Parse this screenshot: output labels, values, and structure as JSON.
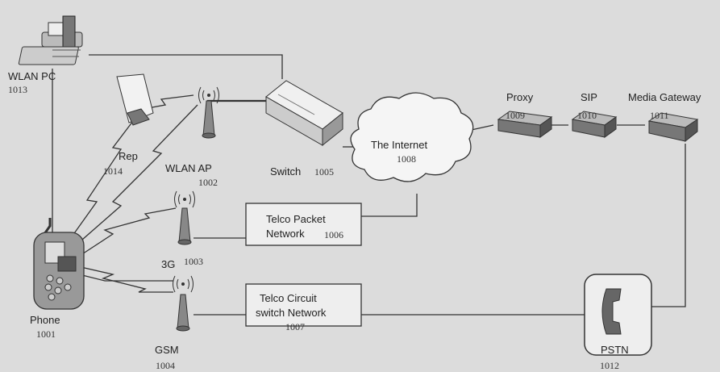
{
  "nodes": {
    "wlan_pc": {
      "label": "WLAN PC",
      "ref": "1013"
    },
    "rep": {
      "label": "Rep",
      "ref": "1014"
    },
    "wlan_ap": {
      "label": "WLAN AP",
      "ref": "1002"
    },
    "switch": {
      "label": "Switch",
      "ref": "1005"
    },
    "internet": {
      "label": "The Internet",
      "ref": "1008"
    },
    "proxy": {
      "label": "Proxy",
      "ref": "1009"
    },
    "sip": {
      "label": "SIP",
      "ref": "1010"
    },
    "media_gateway": {
      "label": "Media Gateway",
      "ref": "1011"
    },
    "telco_packet": {
      "label_line1": "Telco Packet",
      "label_line2": "Network",
      "ref": "1006"
    },
    "g3": {
      "label": "3G",
      "ref": "1003"
    },
    "telco_circuit": {
      "label_line1": "Telco Circuit",
      "label_line2": "switch Network",
      "ref": "1007"
    },
    "gsm": {
      "label": "GSM",
      "ref": "1004"
    },
    "phone": {
      "label": "Phone",
      "ref": "1001"
    },
    "pstn": {
      "label": "PSTN",
      "ref": "1012"
    }
  }
}
